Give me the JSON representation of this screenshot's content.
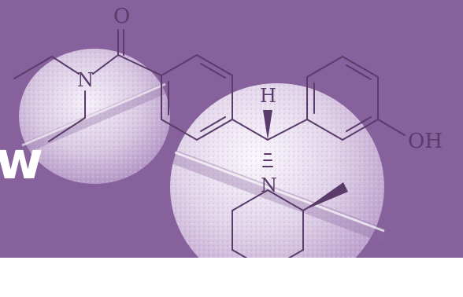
{
  "banner": {
    "background": "#86619b",
    "cropped_text": "w"
  },
  "molecule": {
    "atoms": {
      "oxygen_top": "O",
      "nitrogen_amide": "N",
      "hydrogen": "H",
      "nitrogen_ring": "N",
      "hydroxyl": "OH"
    },
    "bond_color": "#5a3b6a"
  },
  "pills": {
    "count": 2,
    "tint": "#efe6f5"
  }
}
